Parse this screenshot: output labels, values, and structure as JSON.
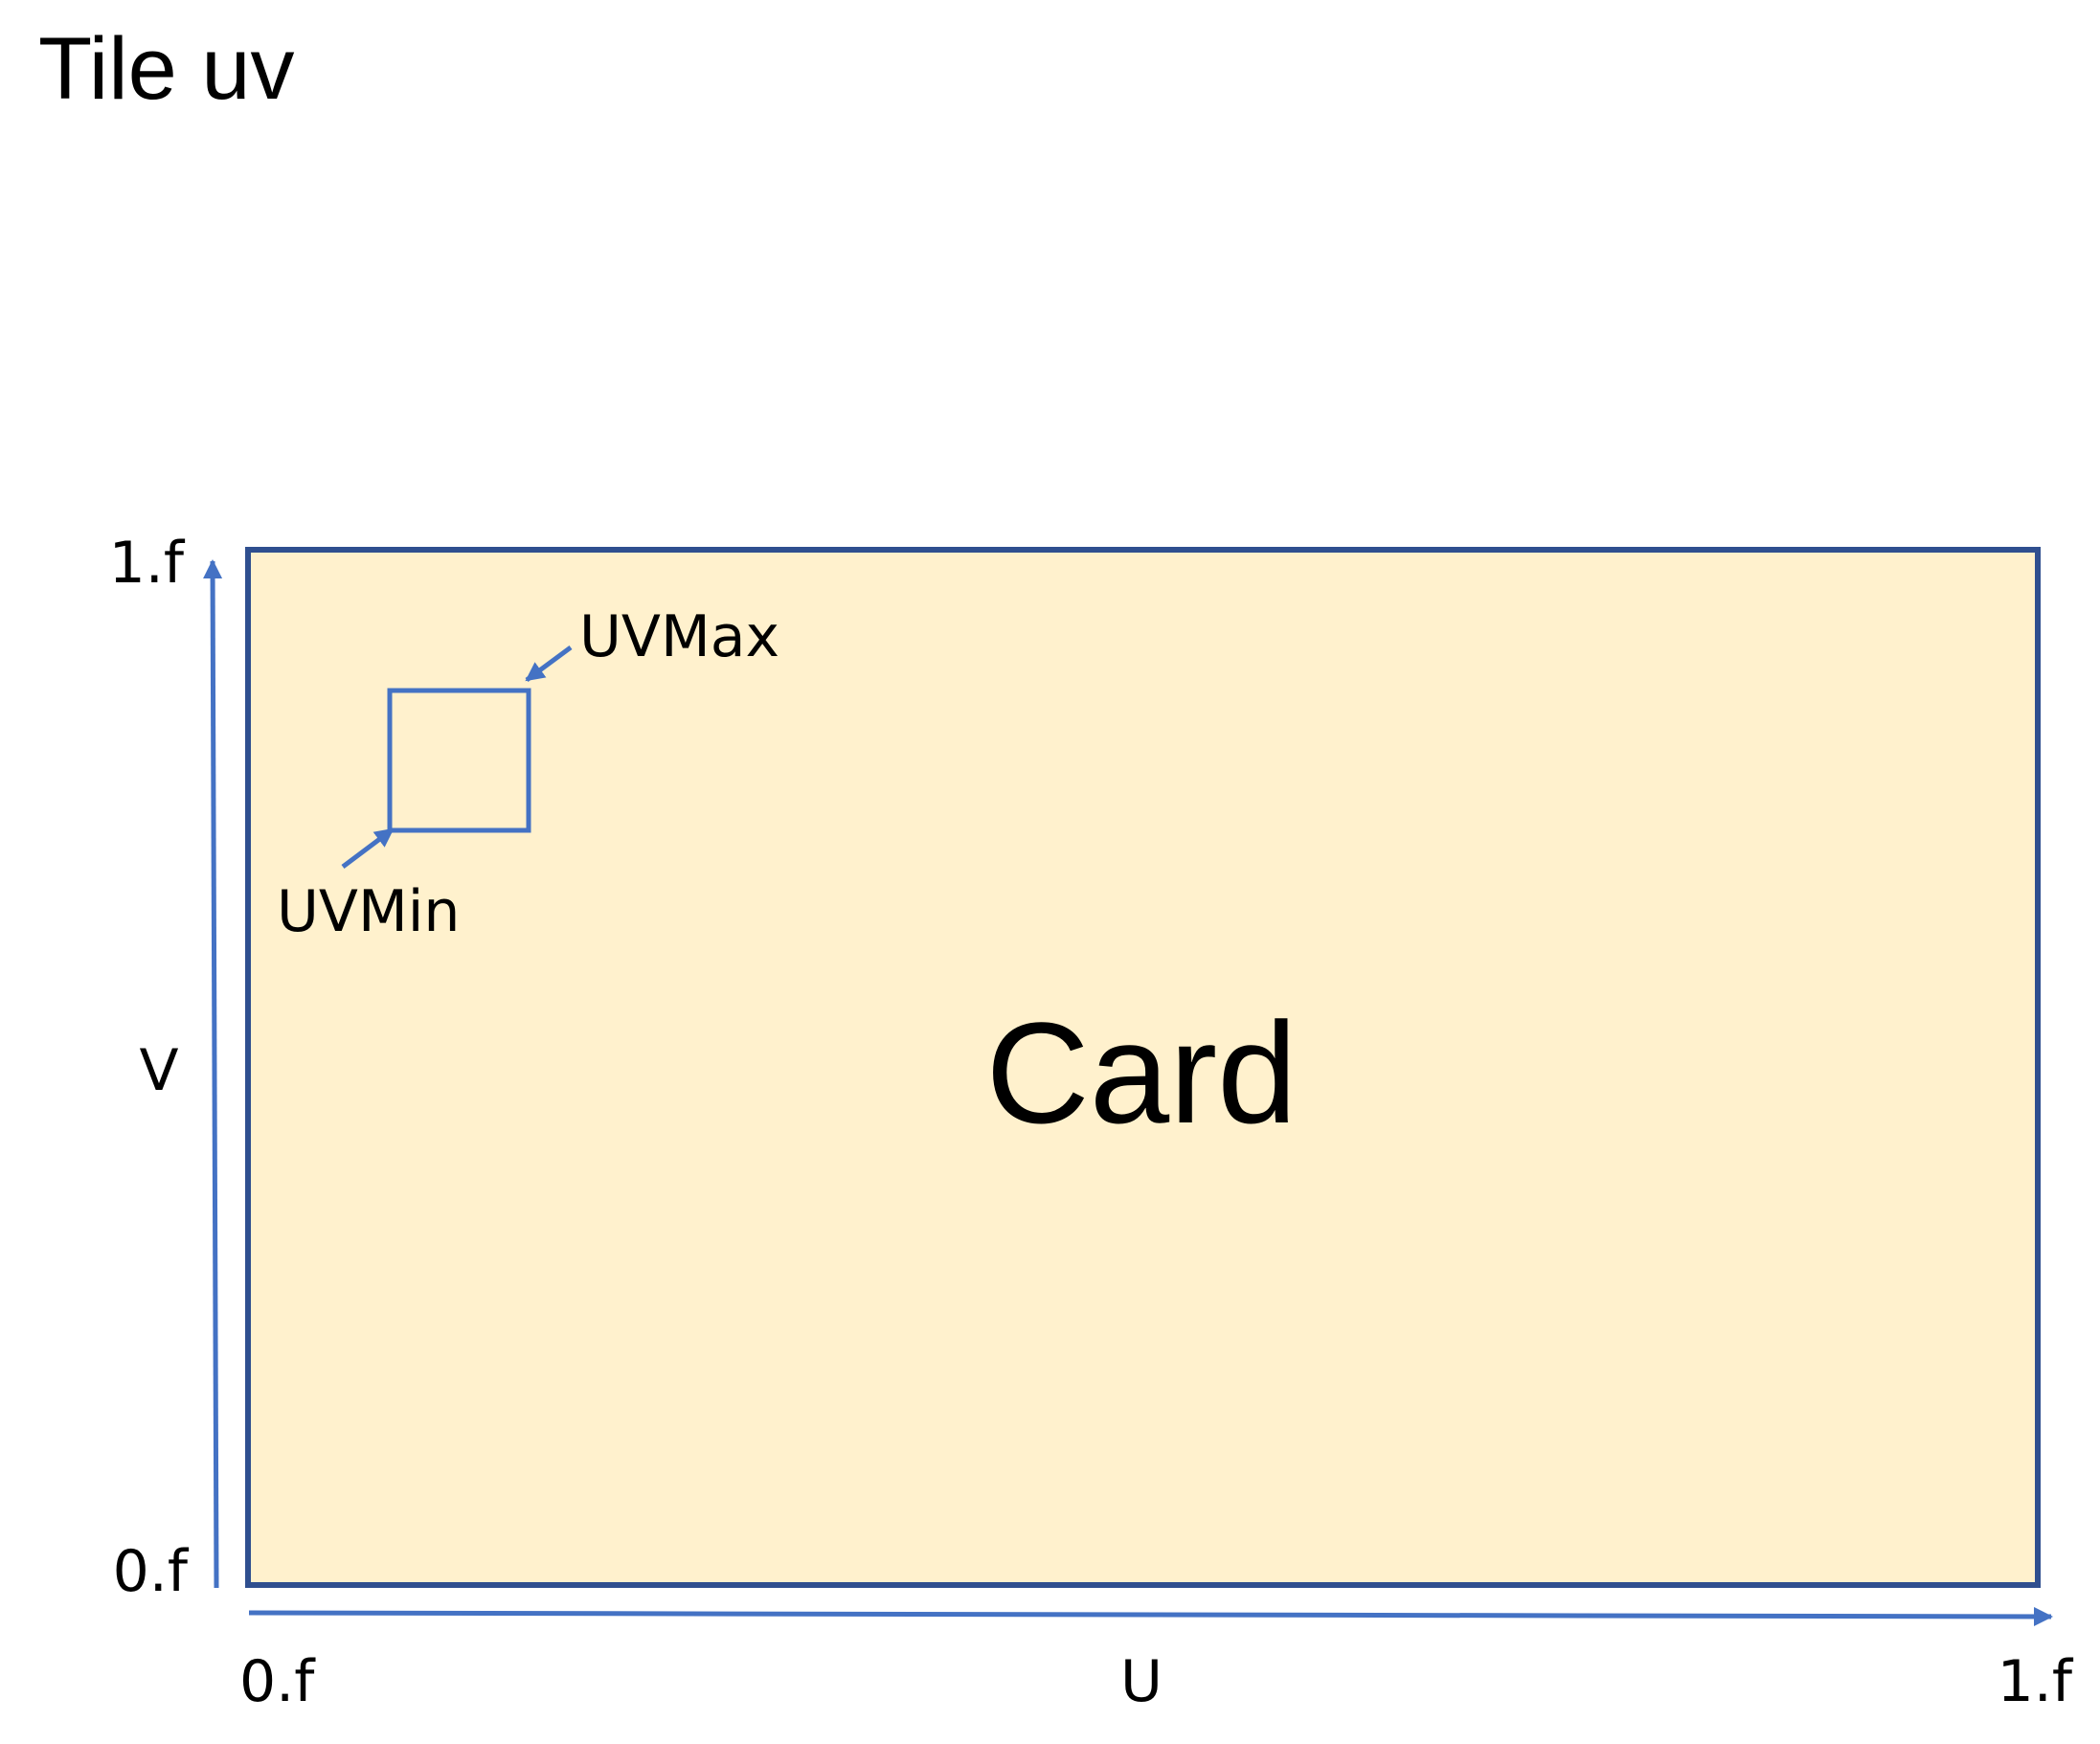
{
  "title": "Tile uv",
  "card": {
    "label": "Card",
    "fill": "#fff1cd",
    "border": "#2f4f8f"
  },
  "tile": {
    "min_label": "UVMin",
    "max_label": "UVMax",
    "border": "#4472c4"
  },
  "axes": {
    "color": "#4472c4",
    "u": {
      "label": "U",
      "min_label": "0.f",
      "max_label": "1.f"
    },
    "v": {
      "label": "V",
      "min_label": "0.f",
      "max_label": "1.f"
    }
  }
}
